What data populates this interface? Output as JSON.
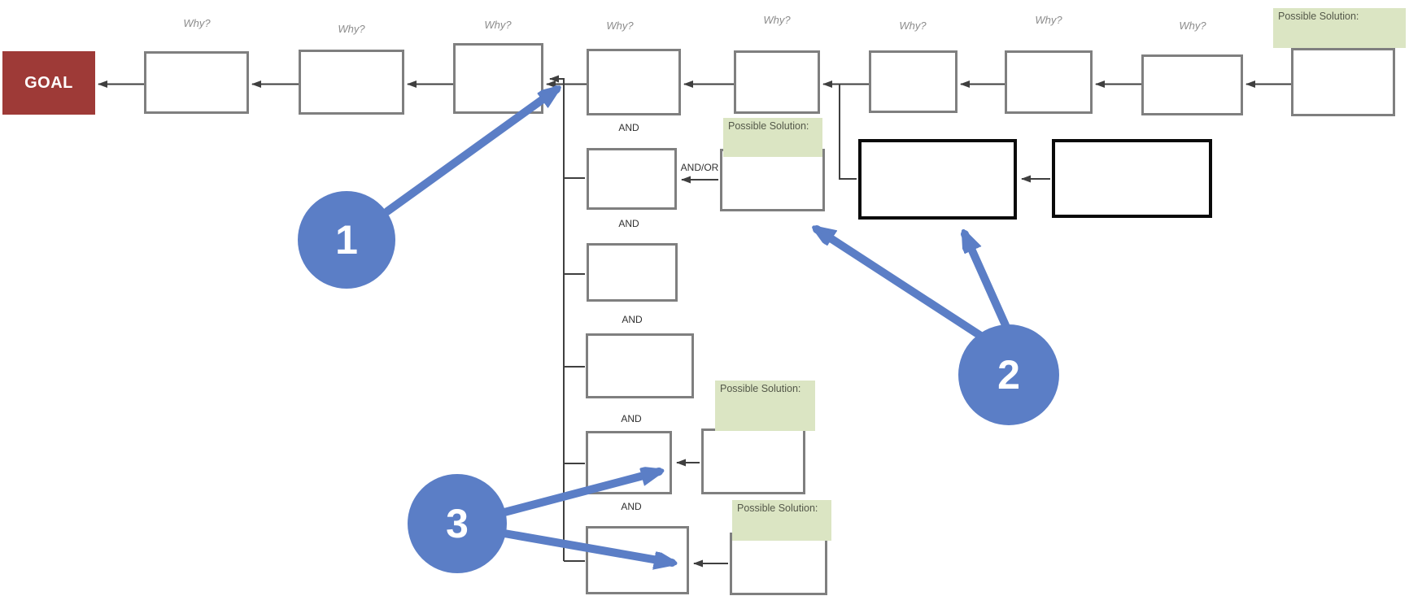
{
  "goal": {
    "label": "GOAL"
  },
  "labels": {
    "why": [
      "Why?",
      "Why?",
      "Why?",
      "Why?",
      "Why?",
      "Why?",
      "Why?",
      "Why?"
    ],
    "and": [
      "AND",
      "AND",
      "AND",
      "AND",
      "AND"
    ],
    "and_or": "AND/OR",
    "possible_solution": [
      "Possible Solution:",
      "Possible Solution:",
      "Possible Solution:",
      "Possible Solution:"
    ]
  },
  "callouts": [
    {
      "number": "1"
    },
    {
      "number": "2"
    },
    {
      "number": "3"
    }
  ],
  "colors": {
    "goal_fill": "#9e3a37",
    "box_border": "#7f7f7f",
    "black_box_border": "#0a0a0a",
    "solution_fill": "#dbe5c3",
    "solution_text": "#54584a",
    "callout_blue": "#5b7ec6",
    "connector": "#3f3f3f",
    "why_text": "#8c8c8c",
    "and_text": "#303030"
  }
}
